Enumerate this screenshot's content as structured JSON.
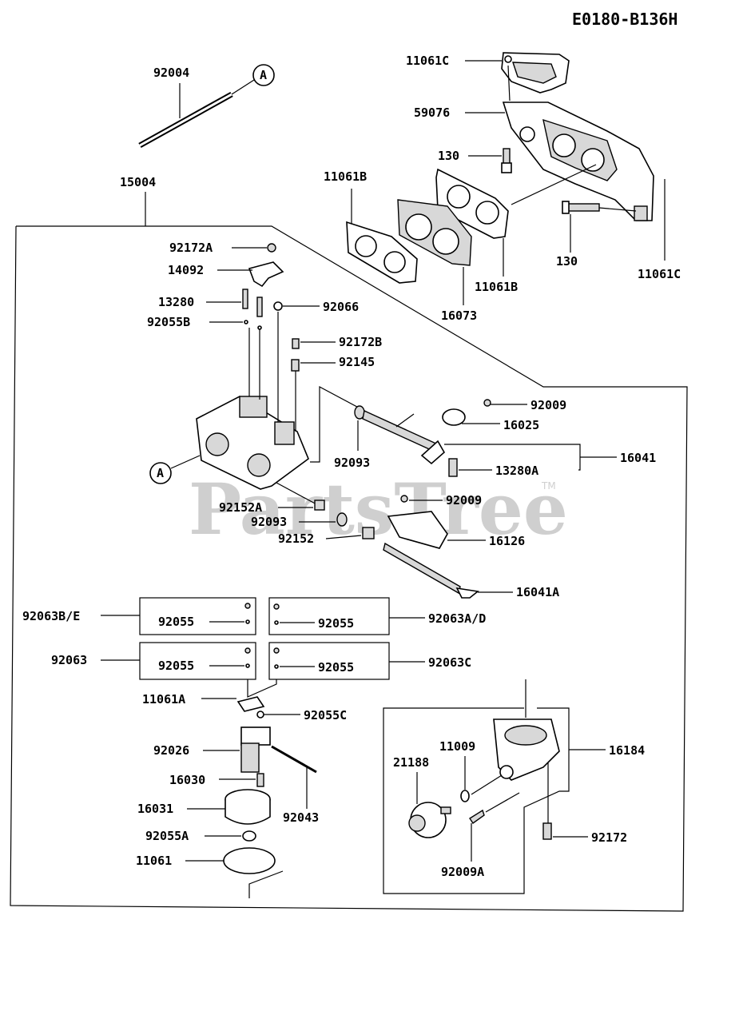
{
  "diagram_code": "E0180-B136H",
  "watermark": "PartsTree",
  "watermark_tm": "TM",
  "callout_letter": "A",
  "labels": {
    "p92004": "92004",
    "p15004": "15004",
    "p11061C_top": "11061C",
    "p59076": "59076",
    "p130_a": "130",
    "p130_b": "130",
    "p11061B_a": "11061B",
    "p11061B_b": "11061B",
    "p16073": "16073",
    "p11061C_right": "11061C",
    "p92172A": "92172A",
    "p14092": "14092",
    "p13280": "13280",
    "p92055B": "92055B",
    "p92066": "92066",
    "p92172B": "92172B",
    "p92145": "92145",
    "p92009_a": "92009",
    "p16025": "16025",
    "p16041": "16041",
    "p92093_a": "92093",
    "p13280A": "13280A",
    "p92152A": "92152A",
    "p92009_b": "92009",
    "p92093_b": "92093",
    "p92152": "92152",
    "p16126": "16126",
    "p16041A": "16041A",
    "p92063BE": "92063B/E",
    "p92055_1": "92055",
    "p92055_2": "92055",
    "p92063AD": "92063A/D",
    "p92063": "92063",
    "p92055_3": "92055",
    "p92055_4": "92055",
    "p92063C": "92063C",
    "p11061A": "11061A",
    "p92055C": "92055C",
    "p92026": "92026",
    "p16030": "16030",
    "p16031": "16031",
    "p92043": "92043",
    "p92055A": "92055A",
    "p11061": "11061",
    "p11009": "11009",
    "p21188": "21188",
    "p16184": "16184",
    "p92172": "92172",
    "p92009A": "92009A"
  }
}
